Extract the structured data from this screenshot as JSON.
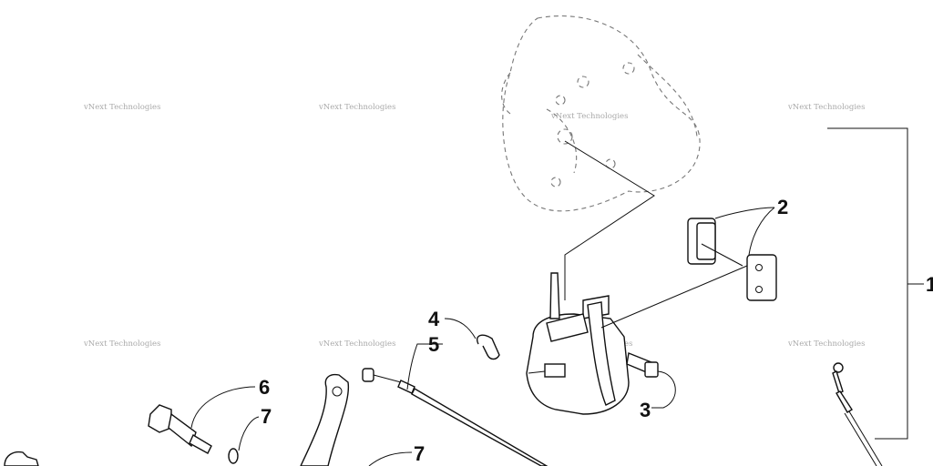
{
  "watermark": {
    "text": "vNext Technologies"
  },
  "callouts": {
    "c1": "1",
    "c2": "2",
    "c3": "3",
    "c4": "4",
    "c5": "5",
    "c6": "6",
    "c7a": "7",
    "c7b": "7"
  },
  "colors": {
    "line": "#111111",
    "ghost": "#777777",
    "watermark": "#9a9a9a"
  }
}
